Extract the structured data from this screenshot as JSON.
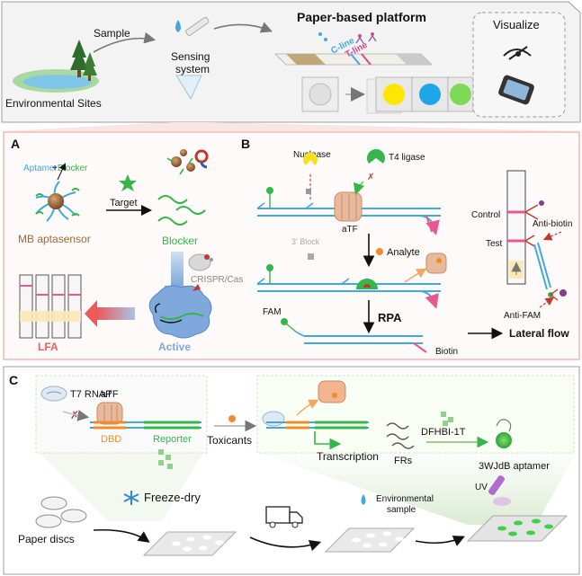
{
  "top": {
    "sample": "Sample",
    "env_sites": "Environmental Sites",
    "sensing_1": "Sensing",
    "sensing_2": "system",
    "paper_platform": "Paper-based platform",
    "c_line": "C-line",
    "t_line": "T-line",
    "visualize": "Visualize"
  },
  "panelA": {
    "letter": "A",
    "aptamer": "Aptamer",
    "plus": "+",
    "blocker_top": "Blocker",
    "target": "Target",
    "mb": "MB aptasensor",
    "blocker": "Blocker",
    "crispr": "CRISPR/Cas",
    "lfa": "LFA",
    "active": "Active"
  },
  "panelB": {
    "letter": "B",
    "nuclease": "Nuclease",
    "t4": "T4 ligase",
    "atf": "aTF",
    "block3": "3' Block",
    "analyte": "Analyte",
    "rpa": "RPA",
    "fam": "FAM",
    "biotin": "Biotin",
    "lateral": "Lateral flow",
    "control": "Control",
    "test": "Test",
    "anti_biotin": "Anti-biotin",
    "anti_fam": "Anti-FAM"
  },
  "panelC": {
    "letter": "C",
    "t7": "T7 RNAP",
    "atf": "aTF",
    "dbd": "DBD",
    "reporter": "Reporter",
    "toxicants": "Toxicants",
    "transcription": "Transcription",
    "frs": "FRs",
    "dfhbi": "DFHBI-1T",
    "aptamer": "3WJdB aptamer",
    "freeze": "Freeze-dry",
    "discs": "Paper discs",
    "env_1": "Environmental",
    "env_2": "sample",
    "uv": "UV"
  },
  "colors": {
    "panelA_border": "#f2b6b1",
    "dna_blue": "#3fa9e0",
    "green": "#36b54a",
    "orange": "#f28c28",
    "lfa_red": "#ec5a5a",
    "active_blue": "#7fa8dc",
    "mb_brown": "#9a6a3a"
  }
}
